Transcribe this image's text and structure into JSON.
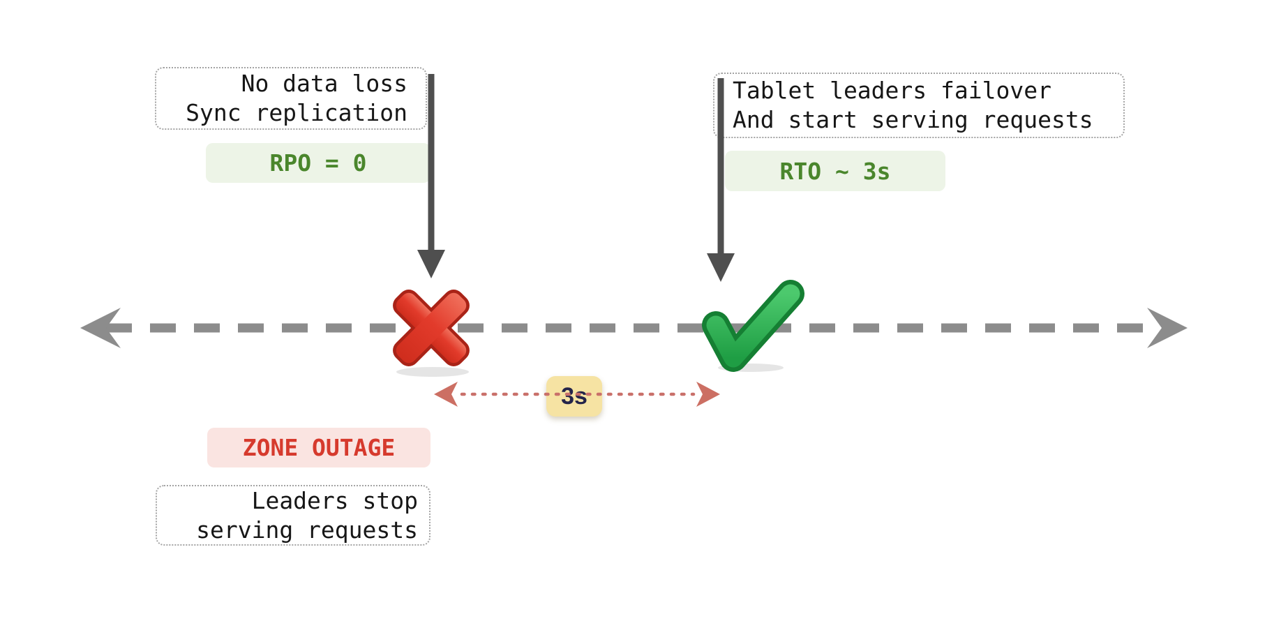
{
  "diagram_title": "zone-outage-failover-timeline",
  "annotations": {
    "sync_note": {
      "line1": "No data loss",
      "line2": "Sync replication"
    },
    "rpo_badge": "RPO = 0",
    "failover_note": {
      "line1": "Tablet leaders failover",
      "line2": "And start serving requests"
    },
    "rto_badge": "RTO ~ 3s",
    "duration_badge": "3s",
    "zone_badge": "ZONE OUTAGE",
    "leaders_note": {
      "line1": "Leaders stop",
      "line2": "serving requests"
    }
  },
  "colors": {
    "background": "#ffffff",
    "note_border": "#a3a3a3",
    "note_text": "#161616",
    "green_badge_bg": "#edf4e7",
    "green_badge_text": "#4a862c",
    "red_badge_bg": "#fae4e1",
    "red_badge_text": "#d63a2d",
    "yellow_badge_bg": "#f6e3a3",
    "yellow_badge_text": "#24244a",
    "timeline_gray": "#8c8c8c",
    "event_arrow_gray": "#4f4f4f",
    "duration_arrow_red": "#c9706a",
    "cross_red": "#e23b2b",
    "check_green": "#2fad4f"
  }
}
